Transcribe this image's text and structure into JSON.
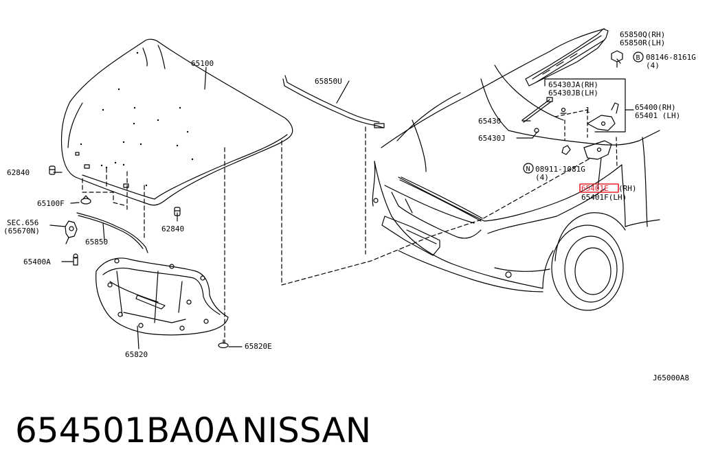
{
  "diagram": {
    "code": "J65000A8",
    "labels": {
      "hood_panel": "65100",
      "hood_seal_front": "65850U",
      "hood_bumper_left": "62840",
      "hood_bumper_clip": "65100F",
      "sec_ref_line1": "SEC.656",
      "sec_ref_line2": "(65670N)",
      "hood_seal_rear": "65850",
      "hood_bumper_right": "62840",
      "hinge_bolt": "65400A",
      "insulator": "65820",
      "insulator_clip": "65820E",
      "seal_rh": "65850Q(RH)",
      "seal_lh": "65850R(LH)",
      "bolt_code": "08146-8161G",
      "bolt_qty": "(4)",
      "stay_rh": "65430JA(RH)",
      "stay_lh": "65430JB(LH)",
      "hinge_rh": "65400(RH)",
      "hinge_lh": "65401 (LH)",
      "hood_stay": "65430",
      "stay_clip": "65430J",
      "nut_code": "08911-1081G",
      "nut_qty": "(4)",
      "hinge_bracket_rh_code": "65401E",
      "hinge_bracket_rh_suffix": "(RH)",
      "hinge_bracket_lh": "65401F(LH)",
      "bolt_symbol": "B",
      "nut_symbol": "N",
      "index_number": "1"
    },
    "highlight_color": "#e8202a"
  },
  "caption": {
    "part_number": "654501BA0A",
    "brand": "NISSAN"
  }
}
